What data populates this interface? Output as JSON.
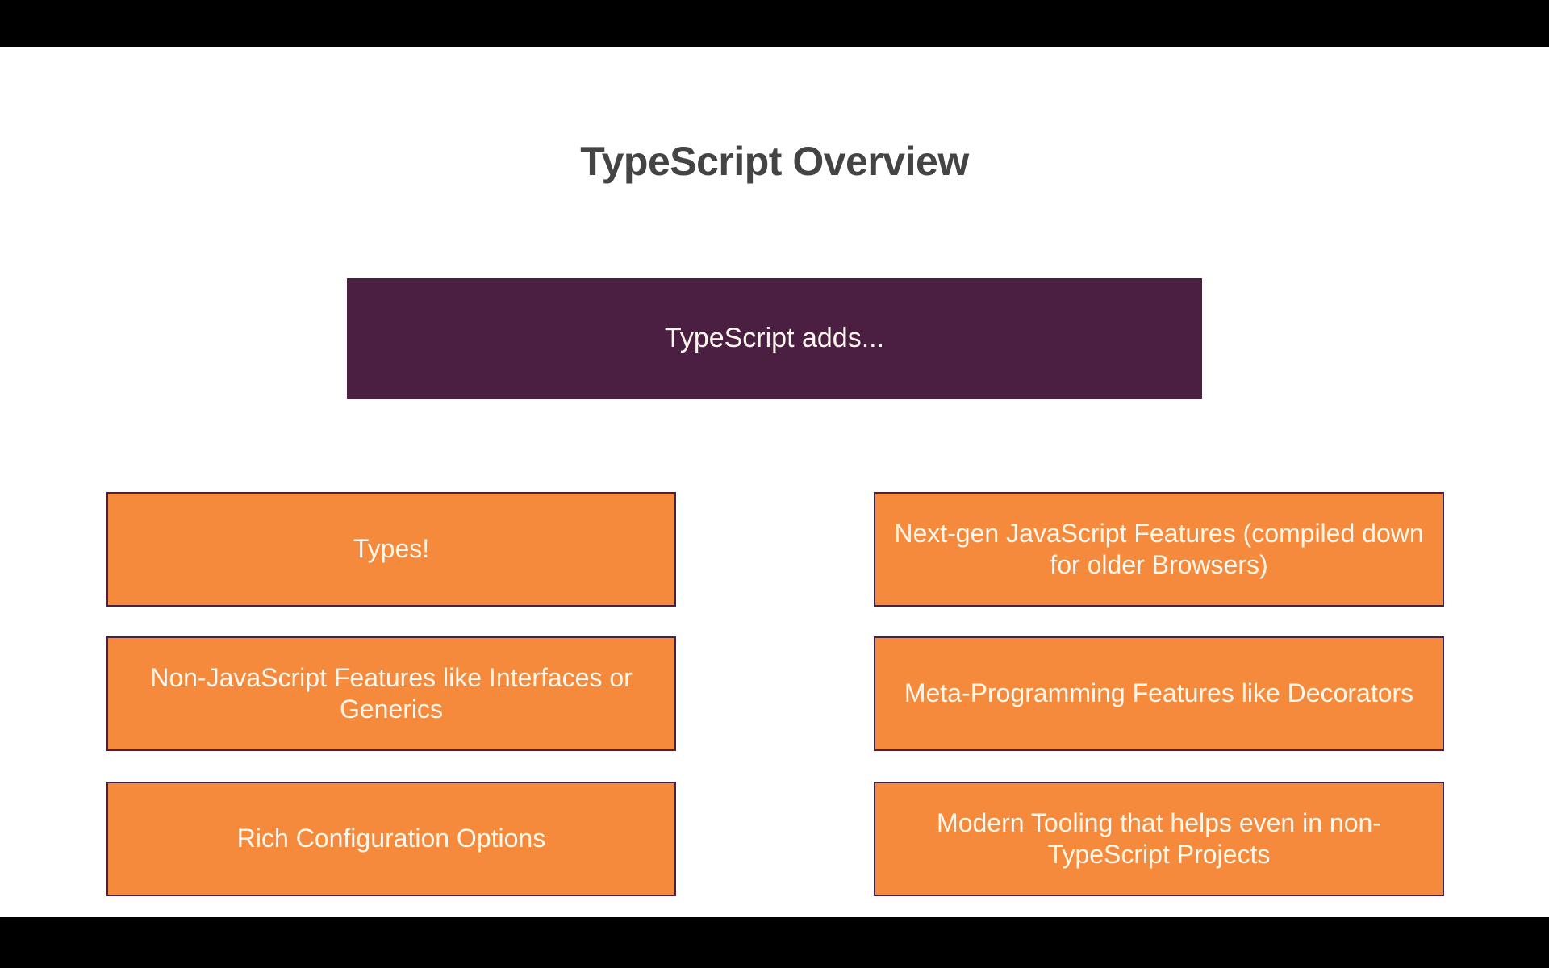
{
  "slide": {
    "title": "TypeScript Overview",
    "header_box": {
      "label": "TypeScript adds...",
      "background_color": "#4B1F42",
      "text_color": "#FFFFFF"
    },
    "feature_box_style": {
      "background_color": "#F58A3C",
      "border_color": "#4B1F42",
      "text_color": "#FFF7EC"
    },
    "columns": {
      "left": [
        {
          "label": "Types!"
        },
        {
          "label": "Non-JavaScript Features like Interfaces or Generics"
        },
        {
          "label": "Rich Configuration Options"
        }
      ],
      "right": [
        {
          "label": "Next-gen JavaScript Features (compiled down for older Browsers)"
        },
        {
          "label": "Meta-Programming Features like Decorators"
        },
        {
          "label": "Modern Tooling that helps even in non-TypeScript Projects"
        }
      ]
    },
    "title_color": "#444444",
    "canvas_color": "#FFFFFF",
    "letterbox_color": "#000000"
  }
}
